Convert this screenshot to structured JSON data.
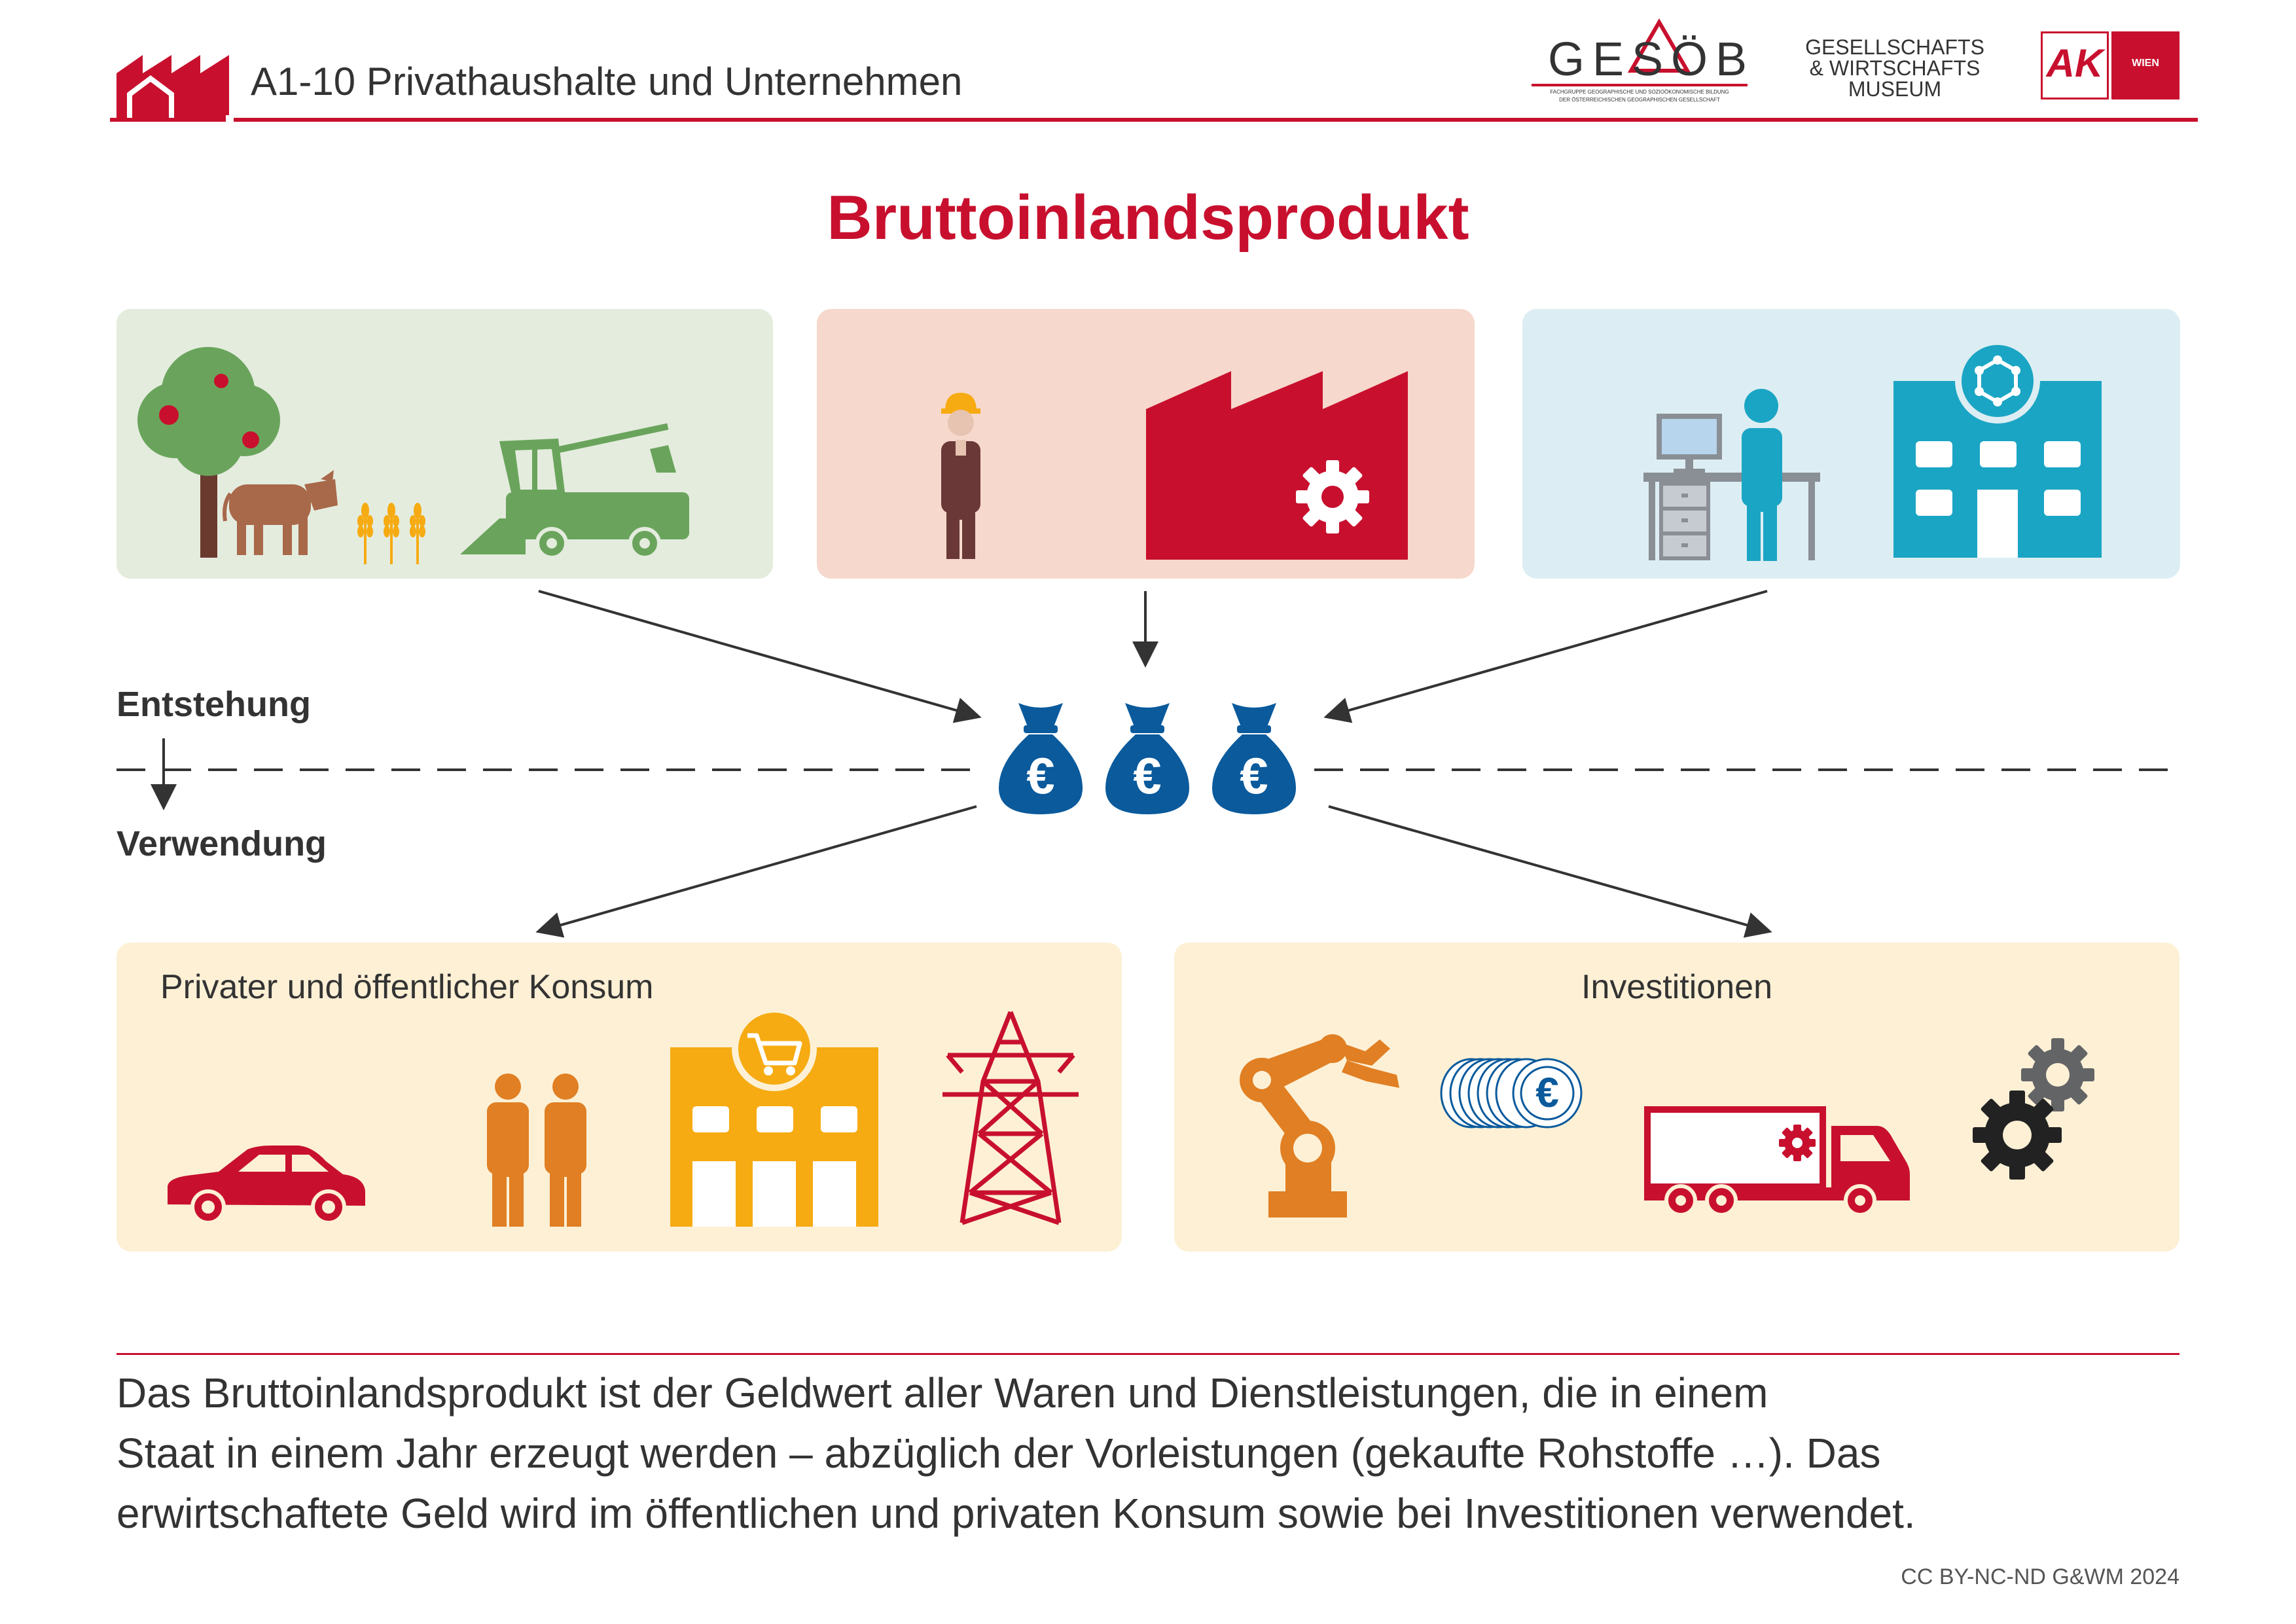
{
  "header": {
    "title": "A1-10 Privathaushalte und Unternehmen",
    "logos": {
      "gesoeb": {
        "name": "GESÖB",
        "subtitle_line1": "FACHGRUPPE GEOGRAPHISCHE UND SOZIOÖKONOMISCHE BILDUNG",
        "subtitle_line2": "DER ÖSTERREICHISCHEN GEOGRAPHISCHEN GESELLSCHAFT"
      },
      "museum": {
        "line1": "GESELLSCHAFTS",
        "line2": "& WIRTSCHAFTS",
        "line3": "MUSEUM"
      },
      "ak": {
        "name": "AK",
        "sub": "WIEN"
      }
    }
  },
  "diagram": {
    "title": "Bruttoinlandsprodukt",
    "stage_top": "Entstehung",
    "stage_bottom": "Verwendung",
    "sectors": [
      {
        "id": "agriculture",
        "icons": [
          "apple-tree-icon",
          "cow-icon",
          "wheat-icon",
          "harvester-icon"
        ]
      },
      {
        "id": "industry",
        "icons": [
          "worker-icon",
          "factory-icon"
        ]
      },
      {
        "id": "services",
        "icons": [
          "office-worker-icon",
          "office-building-icon"
        ]
      }
    ],
    "center": {
      "icons": [
        "euro-money-bag-icon",
        "euro-money-bag-icon",
        "euro-money-bag-icon"
      ],
      "symbol": "€"
    },
    "uses": [
      {
        "label": "Privater und öffentlicher Konsum",
        "icons": [
          "car-icon",
          "people-icon",
          "shop-icon",
          "power-pylon-icon"
        ]
      },
      {
        "label": "Investitionen",
        "icons": [
          "robot-arm-icon",
          "coins-icon",
          "truck-icon",
          "gears-icon"
        ]
      }
    ]
  },
  "description": {
    "lines": [
      "Das Bruttoinlandsprodukt ist der Geldwert aller Waren und Dienstleistungen, die in einem",
      "Staat in einem Jahr erzeugt werden – abzüglich der Vorleistungen (gekaufte Rohstoffe …). Das",
      "erwirtschaftete Geld wird im öffentlichen und privaten Konsum sowie bei Investitionen verwendet."
    ]
  },
  "footer": {
    "credit": "CC BY-NC-ND G&WM 2024"
  },
  "colors": {
    "brand_red": "#c8102e",
    "agri_bg": "#e4ecde",
    "industry_bg": "#f6d8cc",
    "service_bg": "#dceef3",
    "use_bg": "#fdf0d5",
    "green": "#6aa45c",
    "money_blue": "#0a5a9c",
    "cyan": "#1ba5c4",
    "orange": "#e07f23",
    "yellow": "#f6ab12"
  }
}
